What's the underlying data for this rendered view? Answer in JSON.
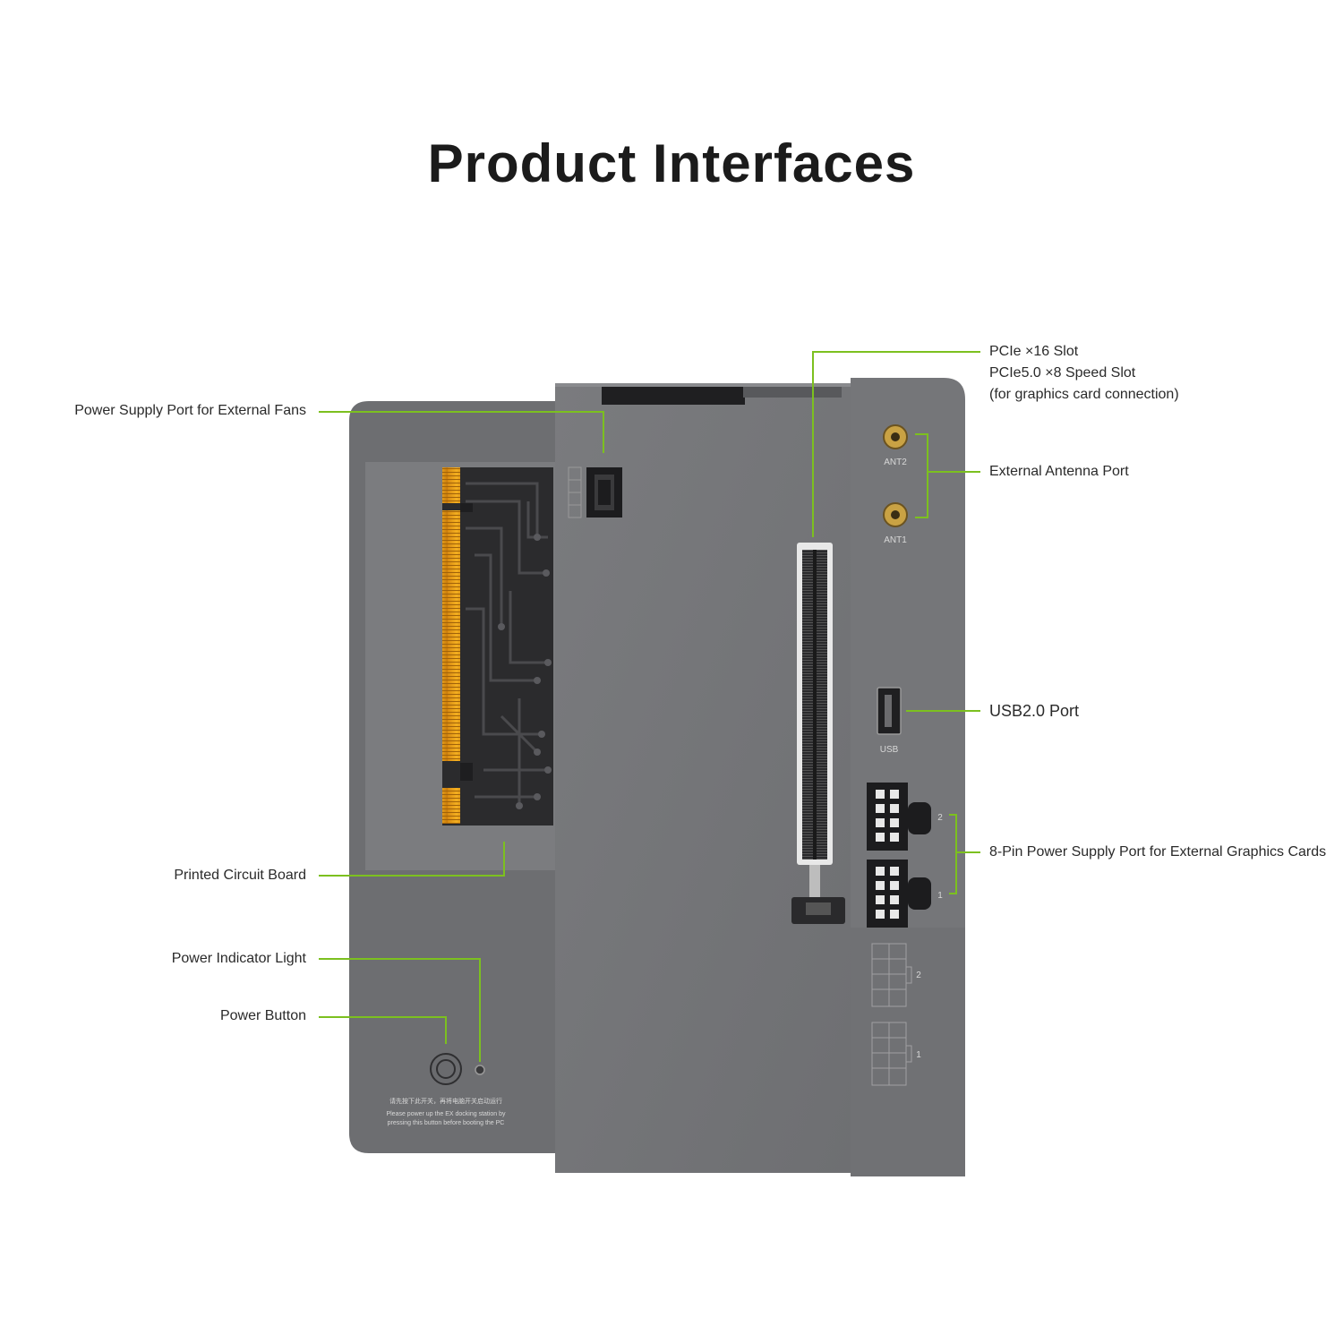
{
  "title": "Product Interfaces",
  "accent_color": "#7cc01f",
  "callouts": {
    "fan_power": "Power Supply Port for External Fans",
    "pcb": "Printed Circuit Board",
    "power_light": "Power Indicator Light",
    "power_button": "Power Button",
    "pcie_line1": "PCIe ×16 Slot",
    "pcie_line2": "PCIe5.0 ×8 Speed Slot",
    "pcie_line3": "(for graphics card connection)",
    "antenna": "External Antenna Port",
    "usb": "USB2.0 Port",
    "eight_pin": "8-Pin Power Supply Port for External Graphics Cards"
  },
  "device_labels": {
    "ant2": "ANT2",
    "ant1": "ANT1",
    "usb": "USB",
    "port_2": "2",
    "port_1": "1",
    "pin_map_2": "2",
    "pin_map_1": "1",
    "silk_cn": "请先按下此开关，再将电脑开关启动运行",
    "silk_en_1": "Please power up the EX docking station by",
    "silk_en_2": "pressing this button before booting the PC"
  }
}
